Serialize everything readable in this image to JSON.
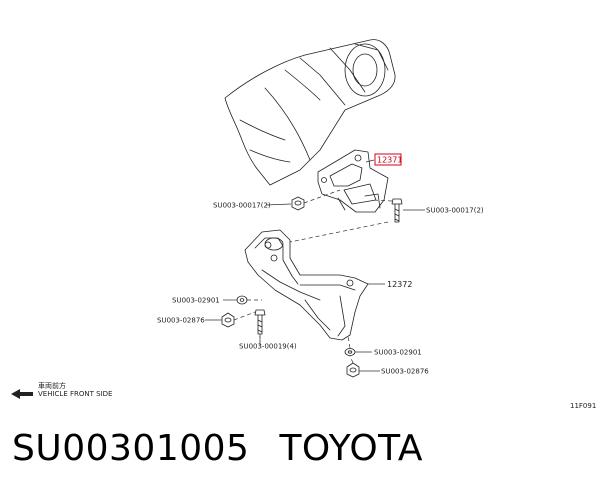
{
  "diagram": {
    "part_labels": {
      "highlighted": "12371",
      "crossmember": "12372"
    },
    "callouts": {
      "nut_left": "SU003-00017(2)",
      "bolt_right": "SU003-00017(2)",
      "washer_left": "SU003-02901",
      "nut_lower_left": "SU003-02876",
      "bolt_bottom": "SU003-00019(4)",
      "washer_right": "SU003-02901",
      "nut_lower_right": "SU003-02876"
    },
    "front_indicator": {
      "japanese": "車両前方",
      "english": "VEHICLE FRONT SIDE"
    },
    "figure_code": "11F091",
    "highlight_color": "#d0021b"
  },
  "footer": {
    "part_number": "SU00301005",
    "brand": "TOYOTA"
  }
}
